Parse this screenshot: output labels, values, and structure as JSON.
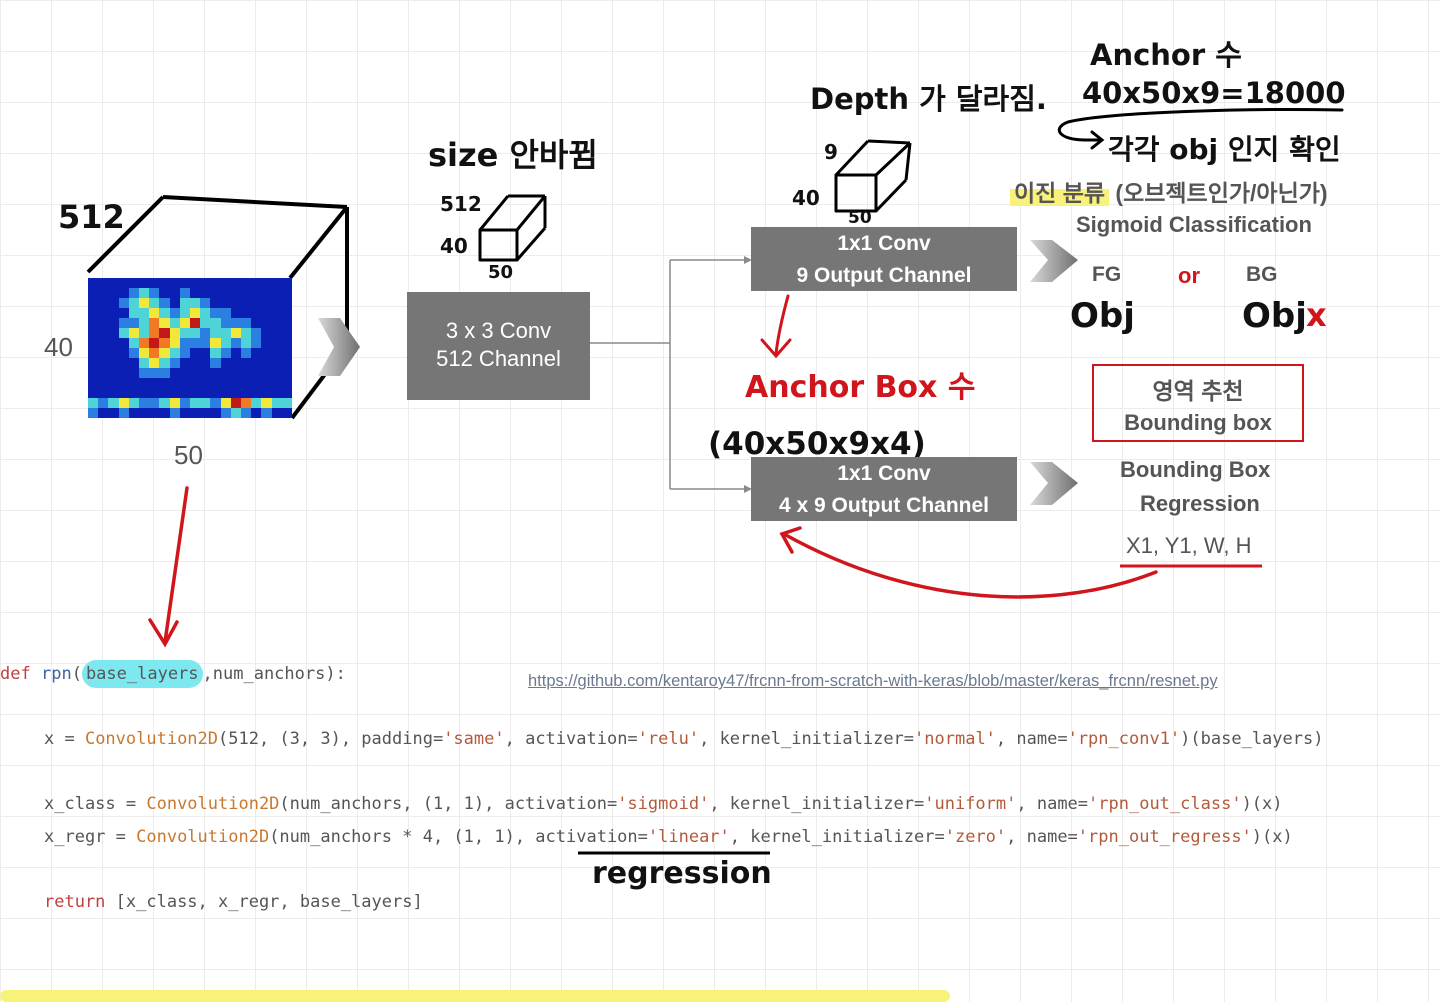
{
  "feature_map": {
    "depth_label": "512",
    "height_label": "40",
    "width_label": "50",
    "heatmap_grid": [
      [
        0,
        0,
        0,
        0,
        0,
        0,
        0,
        0,
        0,
        0,
        0,
        0,
        0,
        0,
        0,
        0,
        0,
        0,
        0,
        0
      ],
      [
        0,
        0,
        0,
        0,
        1,
        2,
        1,
        0,
        0,
        1,
        0,
        0,
        0,
        0,
        0,
        0,
        0,
        0,
        0,
        0
      ],
      [
        0,
        0,
        0,
        1,
        2,
        3,
        2,
        1,
        0,
        2,
        2,
        1,
        0,
        0,
        0,
        0,
        0,
        0,
        0,
        0
      ],
      [
        0,
        0,
        0,
        0,
        2,
        2,
        3,
        2,
        1,
        2,
        3,
        2,
        1,
        1,
        0,
        0,
        0,
        0,
        0,
        0
      ],
      [
        0,
        0,
        0,
        1,
        1,
        2,
        4,
        3,
        2,
        3,
        5,
        2,
        2,
        1,
        1,
        1,
        0,
        0,
        0,
        0
      ],
      [
        0,
        0,
        0,
        2,
        3,
        2,
        4,
        5,
        3,
        2,
        2,
        1,
        2,
        2,
        3,
        2,
        1,
        0,
        0,
        0
      ],
      [
        0,
        0,
        0,
        0,
        2,
        4,
        5,
        4,
        3,
        1,
        1,
        1,
        3,
        2,
        1,
        2,
        1,
        0,
        0,
        0
      ],
      [
        0,
        0,
        0,
        0,
        1,
        3,
        4,
        3,
        2,
        1,
        0,
        0,
        2,
        1,
        0,
        1,
        0,
        0,
        0,
        0
      ],
      [
        0,
        0,
        0,
        0,
        0,
        2,
        3,
        2,
        1,
        0,
        0,
        0,
        1,
        0,
        0,
        0,
        0,
        0,
        0,
        0
      ],
      [
        0,
        0,
        0,
        0,
        0,
        1,
        1,
        1,
        0,
        0,
        0,
        0,
        0,
        0,
        0,
        0,
        0,
        0,
        0,
        0
      ],
      [
        0,
        0,
        0,
        0,
        0,
        0,
        0,
        0,
        0,
        0,
        0,
        0,
        0,
        0,
        0,
        0,
        0,
        0,
        0,
        0
      ],
      [
        0,
        0,
        0,
        0,
        0,
        0,
        0,
        0,
        0,
        0,
        0,
        0,
        0,
        0,
        0,
        0,
        0,
        0,
        0,
        0
      ],
      [
        2,
        1,
        2,
        3,
        2,
        1,
        1,
        2,
        3,
        1,
        2,
        2,
        1,
        3,
        5,
        4,
        2,
        3,
        2,
        2
      ],
      [
        1,
        0,
        0,
        1,
        0,
        0,
        0,
        0,
        1,
        0,
        0,
        0,
        0,
        1,
        2,
        1,
        0,
        1,
        0,
        0
      ]
    ],
    "heat_colors": [
      "#0b1fb5",
      "#2a7fe0",
      "#4ed3d6",
      "#f2e83a",
      "#f07a24",
      "#c21818"
    ]
  },
  "conv3": {
    "annotation": "size 안바뀜",
    "cube_depth": "512",
    "cube_height": "40",
    "cube_width": "50",
    "line1": "3 x 3 Conv",
    "line2": "512 Channel"
  },
  "cls_branch": {
    "annotation": "Depth 가 달라짐.",
    "cube_depth": "9",
    "cube_height": "40",
    "cube_width": "50",
    "line1": "1x1 Conv",
    "line2": "9 Output Channel",
    "anchor_box_note": "Anchor Box 수"
  },
  "anchor_count": {
    "title": "Anchor 수",
    "formula": "40x50x9=18000",
    "check": "각각 obj 인지 확인"
  },
  "classification": {
    "korean_highlight": "이진 분류",
    "korean_rest": " (오브젝트인가/아닌가)",
    "title": "Sigmoid Classification",
    "fg": "FG",
    "or": "or",
    "bg": "BG",
    "fg_note": "Obj",
    "bg_note": "Obj",
    "bg_mark": "x"
  },
  "reg_branch": {
    "dims_note": "(40x50x9x4)",
    "line1": "1x1 Conv",
    "line2": "4 x 9 Output Channel"
  },
  "regression": {
    "korean": "영역 추천",
    "bbox": "Bounding box",
    "title1": "Bounding Box",
    "title2": "Regression",
    "coords": "X1, Y1, W, H"
  },
  "source_link": "https://github.com/kentaroy47/frcnn-from-scratch-with-keras/blob/master/keras_frcnn/resnet.py",
  "code": {
    "l1_def": "def",
    "l1_fn": "rpn",
    "l1_arg1": "base_layers",
    "l1_rest": ",num_anchors):",
    "l2_a": "x = ",
    "l2_b": "Convolution2D",
    "l2_c": "(512, (3, 3), padding=",
    "l2_d": "'same'",
    "l2_e": ", activation=",
    "l2_f": "'relu'",
    "l2_g": ", kernel_initializer=",
    "l2_h": "'normal'",
    "l2_i": ", name=",
    "l2_j": "'rpn_conv1'",
    "l2_k": ")(base_layers)",
    "l3_a": "x_class = ",
    "l3_b": "Convolution2D",
    "l3_c": "(num_anchors, (1, 1), activation=",
    "l3_d": "'sigmoid'",
    "l3_e": ", kernel_initializer=",
    "l3_f": "'uniform'",
    "l3_g": ", name=",
    "l3_h": "'rpn_out_class'",
    "l3_i": ")(x)",
    "l4_a": "x_regr = ",
    "l4_b": "Convolution2D",
    "l4_c": "(num_anchors * 4, (1, 1), activation=",
    "l4_d": "'linear'",
    "l4_e": ", kernel_initializer=",
    "l4_f": "'zero'",
    "l4_g": ", name=",
    "l4_h": "'rpn_out_regress'",
    "l4_i": ")(x)",
    "l5_kw": "return",
    "l5_rest": " [x_class, x_regr, base_layers]",
    "regression_note": "regression"
  },
  "colors": {
    "box_gray": "#767676",
    "red": "#d0161c",
    "cyan": "#7ee8f0",
    "yellow": "#f8f27a"
  }
}
